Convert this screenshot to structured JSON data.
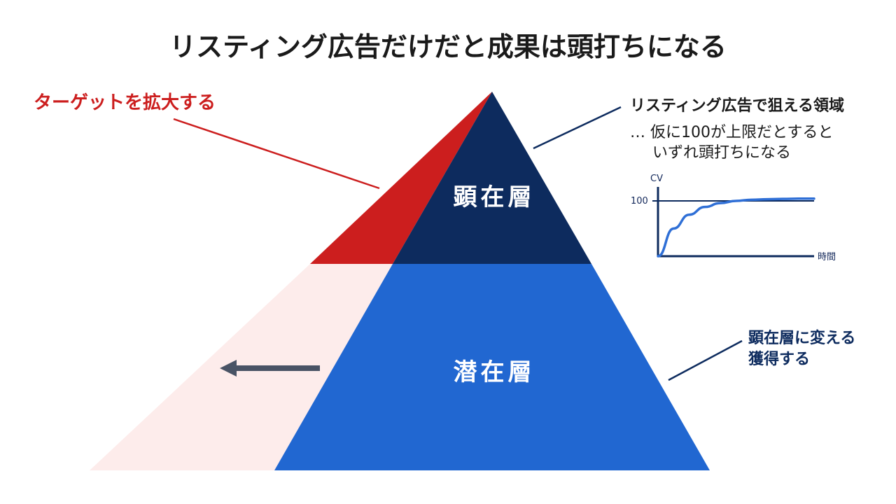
{
  "title": "リスティング広告だけだと成果は頭打ちになる",
  "colors": {
    "red": "#cc1e1e",
    "navy": "#0d2b5e",
    "blue": "#2167d1",
    "pale_pink": "#fdeceb",
    "arrow_gray": "#495365",
    "text": "#1a1a1a"
  },
  "left_annotation": {
    "text": "ターゲットを拡大する"
  },
  "pyramid": {
    "top_layer_label": "顕在層",
    "bottom_layer_label": "潜在層"
  },
  "right_annotation_top": {
    "heading": "リスティング広告で狙える領域",
    "line1": "… 仮に100が上限だとすると",
    "line2": "いずれ頭打ちになる"
  },
  "right_annotation_bottom": {
    "line1": "顕在層に変える",
    "line2": "獲得する"
  },
  "mini_chart": {
    "y_axis_label": "CV",
    "x_axis_label": "時間",
    "limit_tick_label": "100"
  },
  "chart_data": {
    "type": "line",
    "title": "",
    "xlabel": "時間",
    "ylabel": "CV",
    "ylim": [
      0,
      130
    ],
    "reference_line": 100,
    "series": [
      {
        "x": [
          0,
          1,
          2,
          3,
          4,
          5,
          6,
          7,
          8,
          9,
          10
        ],
        "values": [
          0,
          45,
          70,
          84,
          91,
          95,
          97,
          98,
          98.5,
          99,
          99
        ]
      }
    ]
  }
}
